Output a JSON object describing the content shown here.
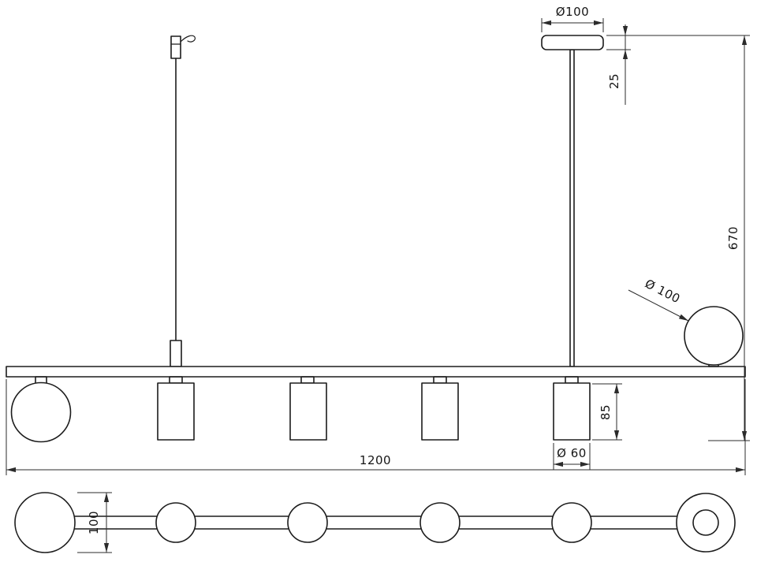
{
  "colors": {
    "background": "#ffffff",
    "line": "#1c1c1c",
    "dimension": "#2b2b2b"
  },
  "dimensions": {
    "canopy_diameter": "Ø100",
    "canopy_height": "25",
    "overall_height": "670",
    "globe_diameter": "Ø 100",
    "shade_height": "85",
    "shade_diameter": "Ø 60",
    "fixture_length": "1200",
    "end_globe_diameter": "100"
  }
}
